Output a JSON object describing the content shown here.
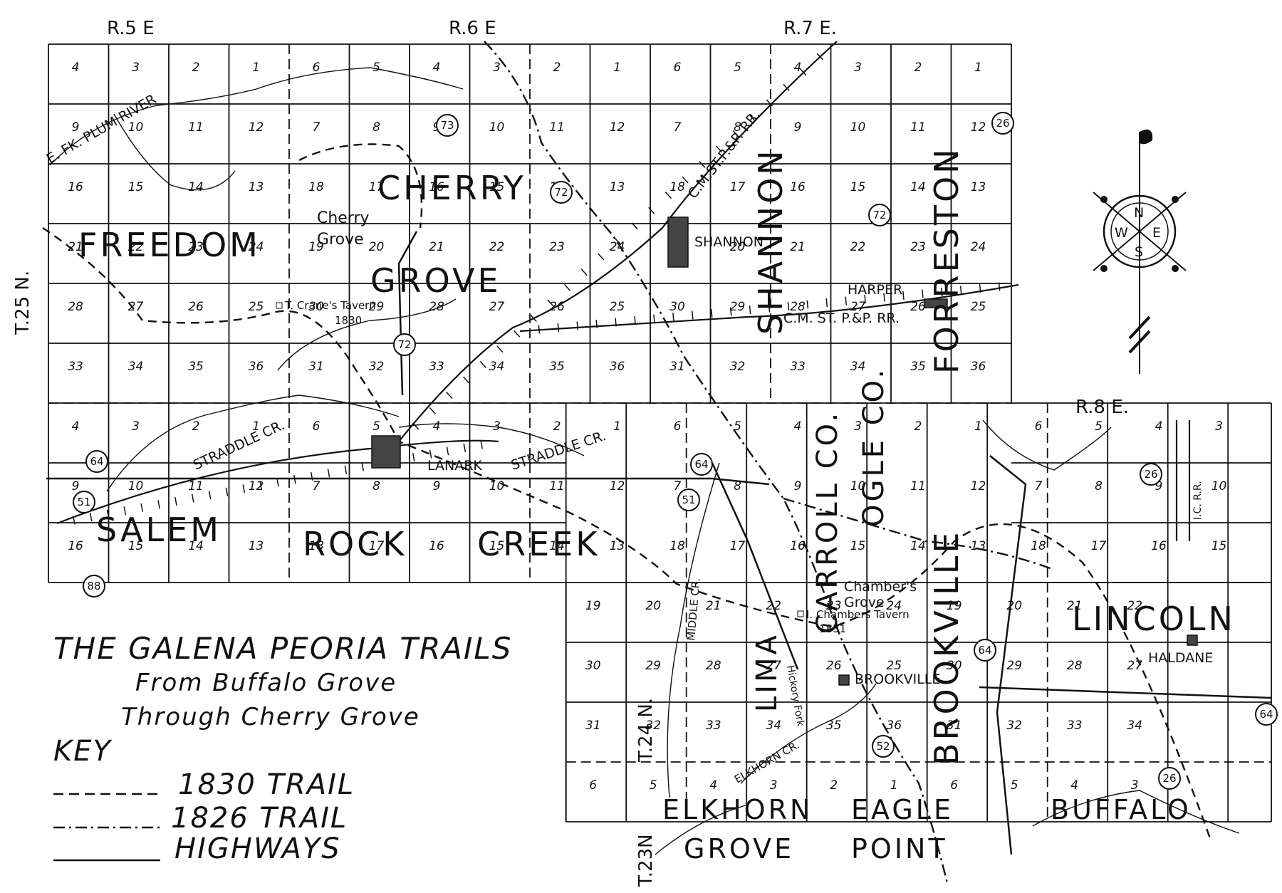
{
  "map": {
    "title": "THE GALENA PEORIA TRAILS",
    "subtitle_1": "From Buffalo Grove",
    "subtitle_2": "Through Cherry Grove",
    "key": {
      "heading": "KEY",
      "items": [
        {
          "label": "1830 TRAIL",
          "style": "dashed"
        },
        {
          "label": "1826 TRAIL",
          "style": "dash-dot"
        },
        {
          "label": "HIGHWAYS",
          "style": "solid"
        }
      ]
    },
    "ranges": [
      "R.5 E",
      "R.6 E",
      "R.7 E.",
      "R.8 E."
    ],
    "townships": [
      "T.25 N.",
      "T.24 N.",
      "T.23N"
    ],
    "township_names": [
      "CHERRY",
      "FREEDOM",
      "GROVE",
      "SALEM",
      "ROCK",
      "CREEK",
      "SHANNON",
      "FORRESTON",
      "CARROLL CO.",
      "OGLE CO.",
      "BROOKVILLE",
      "LINCOLN",
      "ELKHORN",
      "EAGLE",
      "BUFFALO",
      "GROVE",
      "POINT",
      "LIMA"
    ],
    "places": [
      "Cherry",
      "Grove",
      "SHANNON",
      "HARPER",
      "LANARK",
      "Chamber's",
      "Grove",
      "BROOKVILLE",
      "HALDANE"
    ],
    "taverns": [
      "T. Crane's Tavern",
      "1830",
      "I. Chambers Tavern",
      "1831"
    ],
    "waterways": [
      "E. FK. PLUM RIVER",
      "STRADDLE CR.",
      "STRADDLE CR.",
      "MIDDLE CR.",
      "ELKHORN CR.",
      "Hickory Fork"
    ],
    "railroads": [
      "C.M.ST.P.&P. RR.",
      "C.M. ST. P.&P. RR.",
      "I.C. R.R."
    ],
    "route_shields": [
      "73",
      "72",
      "72",
      "72",
      "26",
      "64",
      "64",
      "64",
      "64",
      "88",
      "26",
      "26",
      "51",
      "51",
      "52"
    ],
    "compass": [
      "N",
      "E",
      "S",
      "W"
    ],
    "sections": {
      "top_rows": [
        [
          "4",
          "3",
          "2",
          "1",
          "6",
          "5",
          "4",
          "3",
          "2",
          "1",
          "6",
          "5",
          "4",
          "3",
          "2",
          "1"
        ],
        [
          "9",
          "10",
          "11",
          "12",
          "7",
          "8",
          "9",
          "10",
          "11",
          "12",
          "7",
          "8",
          "9",
          "10",
          "11",
          "12"
        ],
        [
          "16",
          "15",
          "14",
          "13",
          "18",
          "17",
          "16",
          "15",
          "14",
          "13",
          "18",
          "17",
          "16",
          "15",
          "14",
          "13"
        ],
        [
          "21",
          "22",
          "23",
          "24",
          "19",
          "20",
          "21",
          "22",
          "23",
          "24",
          "19",
          "20",
          "21",
          "22",
          "23",
          "24"
        ],
        [
          "28",
          "27",
          "26",
          "25",
          "30",
          "29",
          "28",
          "27",
          "26",
          "25",
          "30",
          "29",
          "28",
          "27",
          "26",
          "25"
        ],
        [
          "33",
          "34",
          "35",
          "36",
          "31",
          "32",
          "33",
          "34",
          "35",
          "36",
          "31",
          "32",
          "33",
          "34",
          "35",
          "36"
        ]
      ],
      "middle_rows": [
        [
          "4",
          "3",
          "2",
          "1",
          "6",
          "5",
          "4",
          "3",
          "2",
          "1",
          "6",
          "5",
          "4",
          "3",
          "2",
          "1",
          "6",
          "5",
          "4",
          "3"
        ],
        [
          "9",
          "10",
          "11",
          "12",
          "7",
          "8",
          "9",
          "10",
          "11",
          "12",
          "7",
          "8",
          "9",
          "10",
          "11",
          "12",
          "7",
          "8",
          "9",
          "10"
        ],
        [
          "16",
          "15",
          "14",
          "13",
          "18",
          "17",
          "16",
          "15",
          "14",
          "13",
          "18",
          "17",
          "16",
          "15",
          "14",
          "13",
          "18",
          "17",
          "16",
          "15"
        ]
      ],
      "lower_rows": [
        [
          "19",
          "20",
          "21",
          "22",
          "23",
          "24",
          "19",
          "20",
          "21",
          "22"
        ],
        [
          "30",
          "29",
          "28",
          "27",
          "26",
          "25",
          "30",
          "29",
          "28",
          "27"
        ],
        [
          "31",
          "32",
          "33",
          "34",
          "35",
          "36",
          "31",
          "32",
          "33",
          "34"
        ],
        [
          "6",
          "5",
          "4",
          "3",
          "2",
          "1",
          "6",
          "5",
          "4",
          "3"
        ]
      ]
    }
  }
}
